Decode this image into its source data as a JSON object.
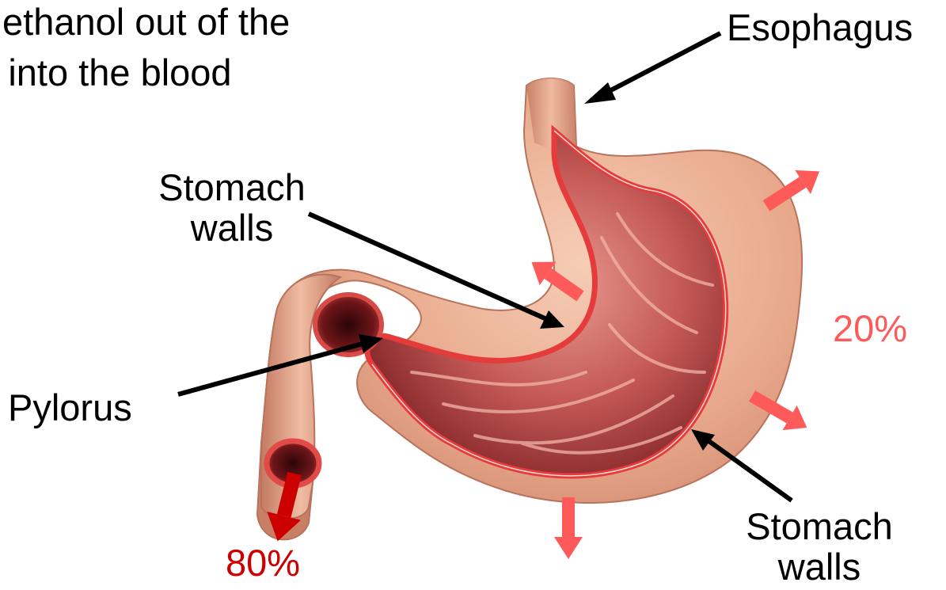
{
  "header": {
    "line1": "ethanol out of the",
    "line2": "nd into the blood"
  },
  "labels": {
    "esophagus": "Esophagus",
    "stomach_walls_top": {
      "line1": "Stomach",
      "line2": "walls"
    },
    "pylorus": "Pylorus",
    "stomach_walls_bottom": {
      "line1": "Stomach",
      "line2": "walls"
    }
  },
  "percentages": {
    "stomach": "20%",
    "intestine": "80%"
  },
  "colors": {
    "arrow_light": "#ff5a5a",
    "arrow_dark": "#cc0000",
    "pointer": "#000000",
    "tissue_outer": "#e8a98c",
    "tissue_inner": "#b23a3a"
  }
}
